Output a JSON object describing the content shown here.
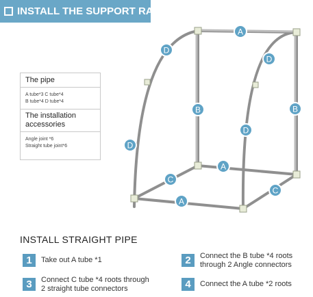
{
  "banner": {
    "title": "INSTALL THE SUPPORT RACK"
  },
  "info": {
    "pipe_heading": "The pipe",
    "pipe_list_line1": "A tube*3 C tube*4",
    "pipe_list_line2": "B tube*4 D tube*4",
    "accessories_heading": "The installation accessories",
    "accessories_line1": "Angle joint *6",
    "accessories_line2": "Straight tube joint*6"
  },
  "diagram": {
    "labels": {
      "a_top": "A",
      "a_middle": "A",
      "a_bottom": "A",
      "b_left": "B",
      "b_right": "B",
      "c_left": "C",
      "c_right": "C",
      "d_left_top": "D",
      "d_left_bottom": "D",
      "d_right_top": "D",
      "d_right_bottom": "D"
    }
  },
  "instructions": {
    "title": "INSTALL STRAIGHT PIPE",
    "steps": [
      {
        "number": "1",
        "text": "Take out A tube *1"
      },
      {
        "number": "2",
        "text": "Connect the B tube *4 roots\nthrough 2 Angle connectors"
      },
      {
        "number": "3",
        "text": "Connect C tube *4 roots through\n2 straight tube connectors"
      },
      {
        "number": "4",
        "text": "Connect the A tube *2 roots"
      }
    ]
  },
  "colors": {
    "accent": "#5a9cc0",
    "banner": "#6aa7c7",
    "label_circle": "#5fa3c6",
    "pipe": "#8c8c8c"
  }
}
